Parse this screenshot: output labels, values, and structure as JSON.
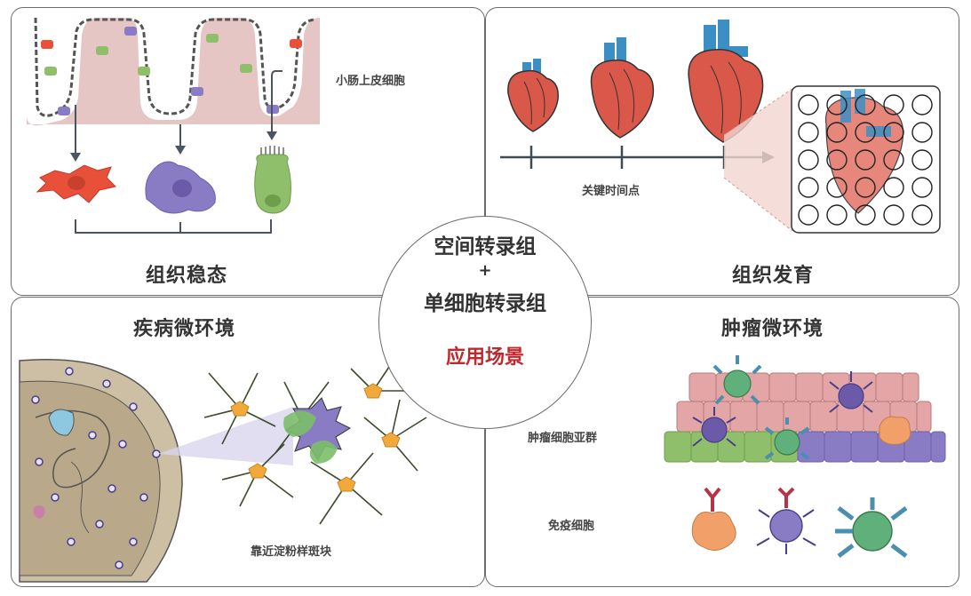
{
  "center": {
    "line1": "空间转录组",
    "plus": "+",
    "line2": "单细胞转录组",
    "line3": "应用场景"
  },
  "panels": {
    "homeostasis": {
      "title": "组织稳态",
      "label": "小肠上皮细胞"
    },
    "development": {
      "title": "组织发育",
      "label": "关键时间点"
    },
    "disease": {
      "title": "疾病微环境",
      "label": "靠近淀粉样斑块"
    },
    "tumor": {
      "title": "肿瘤微环境",
      "label_subpop": "肿瘤细胞亚群",
      "label_immune": "免疫细胞"
    }
  },
  "colors": {
    "title_red": "#c0282d",
    "border": "#6b6b6b",
    "cell_red": "#e8503a",
    "cell_purple": "#8a7cc4",
    "cell_green": "#8fbf6a",
    "tumor_pink": "#e3a5a5",
    "brain_tan": "#b9a98a",
    "heart_red": "#d9584a",
    "vessel_blue": "#3c8fc4",
    "neuron_orange": "#f2a93b"
  }
}
